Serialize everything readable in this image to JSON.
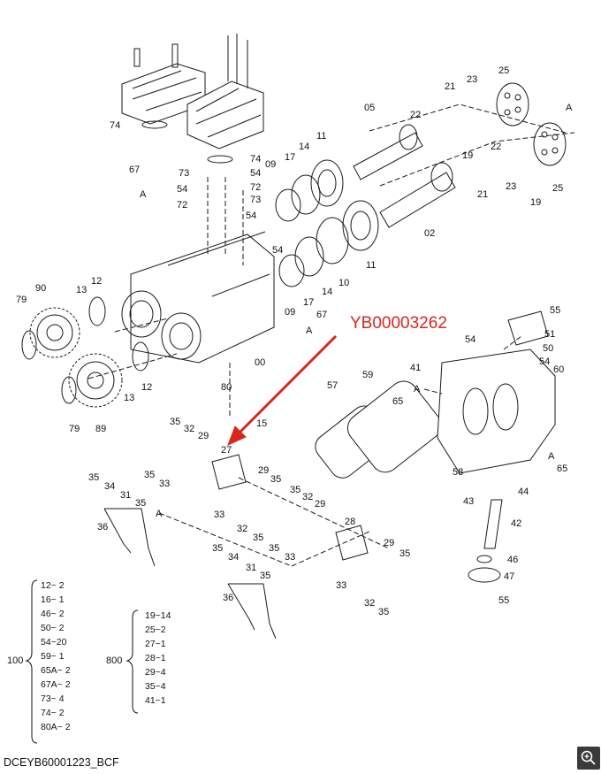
{
  "callout": {
    "code": "YB00003262",
    "color": "#d9261c"
  },
  "labels": {
    "l74a": "74",
    "l74b": "74",
    "l67": "67",
    "lA1": "A",
    "l73a": "73",
    "l54a": "54",
    "l72a": "72",
    "l54b": "54",
    "l72b": "72",
    "l73b": "73",
    "l54c": "54",
    "l09a": "09",
    "l17a": "17",
    "l14a": "14",
    "l11a": "11",
    "l05": "05",
    "l21a": "21",
    "l22a": "22",
    "l23a": "23",
    "l25a": "25",
    "lA2": "A",
    "l22b": "22",
    "l19a": "19",
    "l21b": "21",
    "l23b": "23",
    "l25b": "25",
    "l19b": "19",
    "l02": "02",
    "l11b": "11",
    "l10": "10",
    "l14b": "14",
    "l17b": "17",
    "l09b": "09",
    "l54d": "54",
    "l90": "90",
    "l13a": "13",
    "l12a": "12",
    "l79a": "79",
    "l67b": "67",
    "lA3": "A",
    "l00": "00",
    "l80": "80",
    "l13b": "13",
    "l12b": "12",
    "l79b": "79",
    "l89": "89",
    "l15": "15",
    "l55a": "55",
    "l51": "51",
    "l54e": "54",
    "l50": "50",
    "l54f": "54",
    "l60": "60",
    "l41": "41",
    "l57": "57",
    "l59": "59",
    "l65a": "65",
    "lA4": "A",
    "lA5": "A",
    "l65b": "65",
    "l58": "58",
    "l44": "44",
    "l43": "43",
    "l42": "42",
    "l46": "46",
    "l47": "47",
    "l55b": "55",
    "l35a": "35",
    "l32a": "32",
    "l29a": "29",
    "l27": "27",
    "l35b": "35",
    "l33a": "33",
    "l35c": "35",
    "l34a": "34",
    "l31a": "31",
    "l35d": "35",
    "lA6": "A",
    "l36a": "36",
    "l29b": "29",
    "l35e": "35",
    "l33b": "33",
    "l32b": "32",
    "l35f": "35",
    "l35g": "35",
    "l32c": "32",
    "l29c": "29",
    "l28": "28",
    "l35h": "35",
    "l33c": "33",
    "l29d": "29",
    "l35i": "35",
    "l35j": "35",
    "l34b": "34",
    "l31b": "31",
    "l35k": "35",
    "l36b": "36",
    "l33d": "33",
    "l32d": "32",
    "l35l": "35"
  },
  "legend100": {
    "label": "100",
    "items": [
      "12~ 2",
      "16~ 1",
      "46~ 2",
      "50~ 2",
      "54~20",
      "59~ 1",
      "65A~ 2",
      "67A~ 2",
      "73~ 4",
      "74~ 2",
      "80A~ 2"
    ]
  },
  "legend800": {
    "label": "800",
    "items": [
      "19~14",
      "25~2",
      "27~1",
      "28~1",
      "29~4",
      "35~4",
      "41~1"
    ]
  },
  "footer_code": "DCEYB60001223_BCF",
  "zoom_icon": "zoom-in-icon"
}
